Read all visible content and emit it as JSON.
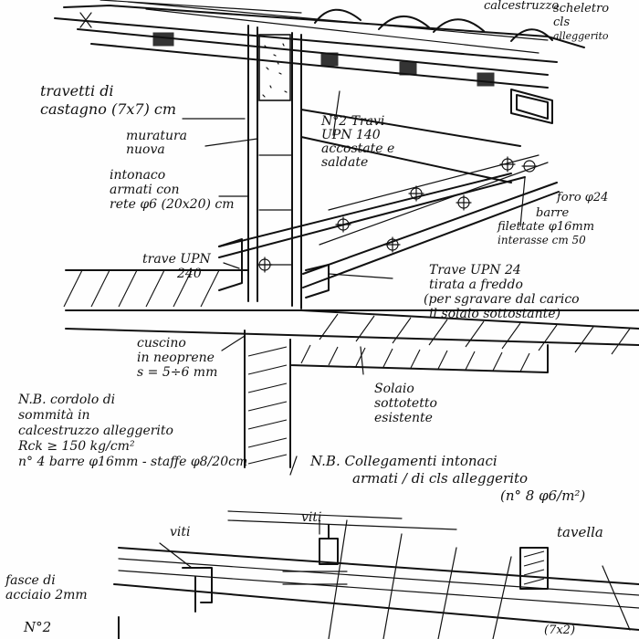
{
  "sketch": {
    "labels": {
      "top_right_1": "calcestruzzo",
      "top_right_2": "scheletro",
      "top_right_3": "cls",
      "top_right_4": "alleggerito",
      "travetti_line1": "travetti di",
      "travetti_line2": "castagno (7x7) cm",
      "muratura_line1": "muratura",
      "muratura_line2": "nuova",
      "intonaco_line1": "intonaco",
      "intonaco_line2": "armati con",
      "intonaco_line3": "rete φ6 (20x20) cm",
      "travi_line1": "N°2 Travi",
      "travi_line2": "UPN 140",
      "travi_line3": "accostate e",
      "travi_line4": "saldate",
      "foro": "foro φ24",
      "barre_line1": "barre",
      "barre_line2": "filettate φ16mm",
      "barre_line3": "interasse cm 50",
      "trave_upn_line1": "trave UPN",
      "trave_upn_line2": "240",
      "trave_upn24_line1": "Trave UPN 24",
      "trave_upn24_line2": "tirata a freddo",
      "trave_upn24_line3": "(per sgravare dal carico",
      "trave_upn24_line4": "il solaio sottostante)",
      "cuscino_line1": "cuscino",
      "cuscino_line2": "in neoprene",
      "cuscino_line3": "s = 5÷6 mm",
      "solaio_line1": "Solaio",
      "solaio_line2": "sottotetto",
      "solaio_line3": "esistente",
      "nb_cordolo_line1": "N.B. cordolo di",
      "nb_cordolo_line2": "sommità in",
      "nb_cordolo_line3": "calcestruzzo alleggerito",
      "nb_cordolo_line4": "Rck ≥ 150 kg/cm²",
      "nb_cordolo_line5": "n° 4 barre φ16mm - staffe φ8/20cm",
      "nb_coll_line1": "N.B. Collegamenti intonaci",
      "nb_coll_line2": "armati / di cls alleggerito",
      "nb_coll_line3": "(n° 8 φ6/m²)",
      "viti_left": "viti",
      "viti_top": "viti",
      "tavella": "tavella",
      "fasce_line1": "fasce di",
      "fasce_line2": "acciaio 2mm",
      "n2": "N°2",
      "bottom_right": "(7x2)"
    }
  }
}
